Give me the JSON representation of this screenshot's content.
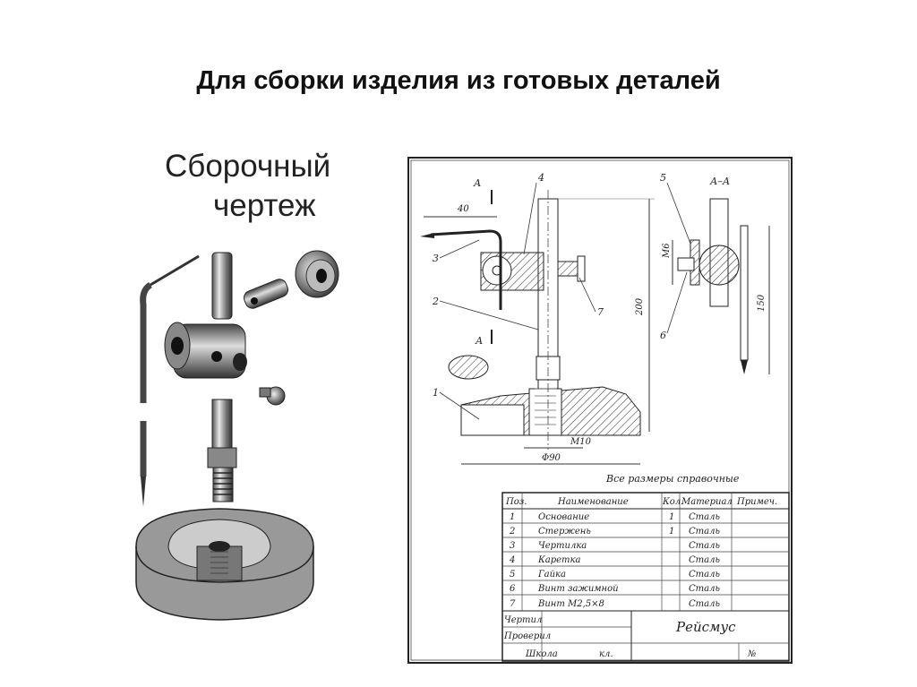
{
  "slide": {
    "title": "Для сборки изделия из готовых деталей",
    "subtitle_line1": "Сборочный",
    "subtitle_line2": "чертеж"
  },
  "drawing": {
    "section_label": "А–А",
    "cut_a_top": "А",
    "cut_a_bottom": "А",
    "dims": {
      "d40": "40",
      "d200": "200",
      "d150": "150",
      "m10": "М10",
      "phi90": "Φ90",
      "m6": "М6"
    },
    "callouts": [
      "1",
      "2",
      "3",
      "4",
      "5",
      "6",
      "7"
    ],
    "note": "Все размеры справочные"
  },
  "bom": {
    "headers": [
      "Поз.",
      "Наименование",
      "Кол.",
      "Материал",
      "Примеч."
    ],
    "rows": [
      {
        "pos": "1",
        "name": "Основание",
        "qty": "1",
        "material": "Сталь"
      },
      {
        "pos": "2",
        "name": "Стержень",
        "qty": "1",
        "material": "Сталь"
      },
      {
        "pos": "3",
        "name": "Чертилка",
        "qty": "",
        "material": "Сталь"
      },
      {
        "pos": "4",
        "name": "Каретка",
        "qty": "",
        "material": "Сталь"
      },
      {
        "pos": "5",
        "name": "Гайка",
        "qty": "",
        "material": "Сталь"
      },
      {
        "pos": "6",
        "name": "Винт зажимной",
        "qty": "",
        "material": "Сталь"
      },
      {
        "pos": "7",
        "name": "Винт М2,5×8",
        "qty": "",
        "material": "Сталь"
      }
    ]
  },
  "title_block": {
    "drew": "Чертил",
    "checked": "Проверил",
    "school": "Школа",
    "class": "кл.",
    "product": "Рейсмус",
    "number": "№"
  }
}
